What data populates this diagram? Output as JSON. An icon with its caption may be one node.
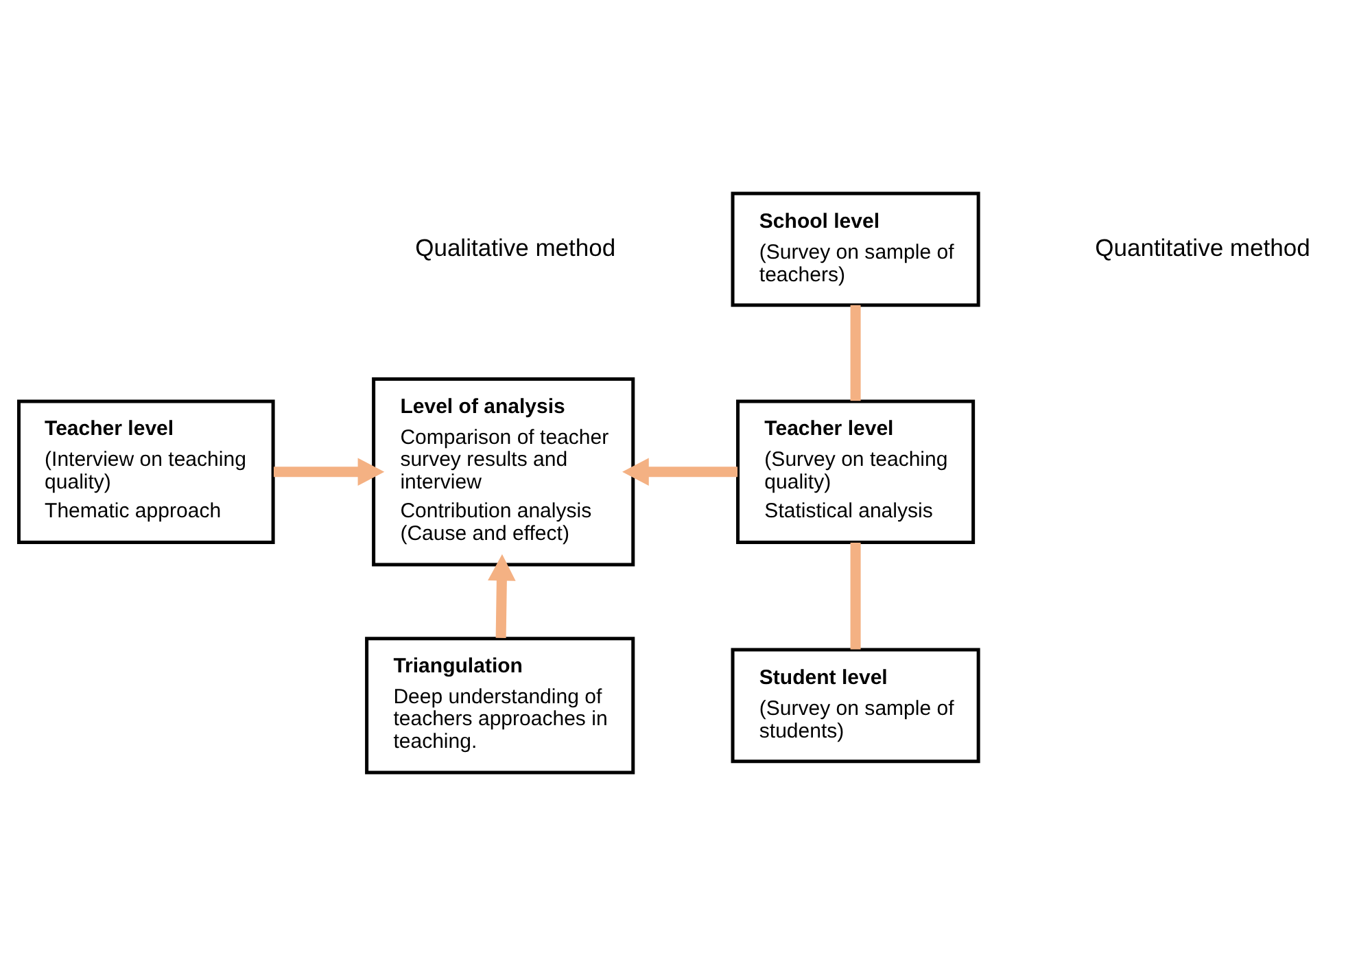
{
  "diagram": {
    "nodes": [
      {
        "text": [
          "Teacher level",
          "(Interview on teaching quality)",
          "Thematic approach"
        ]
      },
      {
        "text": [
          "Level of analysis",
          "Comparison of teacher survey results and interview",
          "Contribution analysis (Cause and effect)"
        ]
      },
      {
        "text": [
          "School level",
          "(Survey on sample of teachers)"
        ]
      },
      {
        "text": [
          "Teacher level",
          "(Survey on teaching quality)",
          "Statistical analysis"
        ]
      },
      {
        "text": [
          "Student level",
          "(Survey on sample of students)"
        ]
      },
      {
        "text": [
          "Triangulation",
          "Deep understanding of teachers approaches in teaching."
        ]
      }
    ],
    "edges": [
      {
        "from": 0,
        "to": 1,
        "arrow": "to"
      },
      {
        "from": 3,
        "to": 1,
        "arrow": "to"
      },
      {
        "from": 5,
        "to": 1,
        "arrow": "to"
      },
      {
        "from": 2,
        "to": 3,
        "arrow": "none"
      },
      {
        "from": 3,
        "to": 4,
        "arrow": "none"
      }
    ],
    "labels": [
      "Qualitative method",
      "Quantitative method"
    ]
  }
}
